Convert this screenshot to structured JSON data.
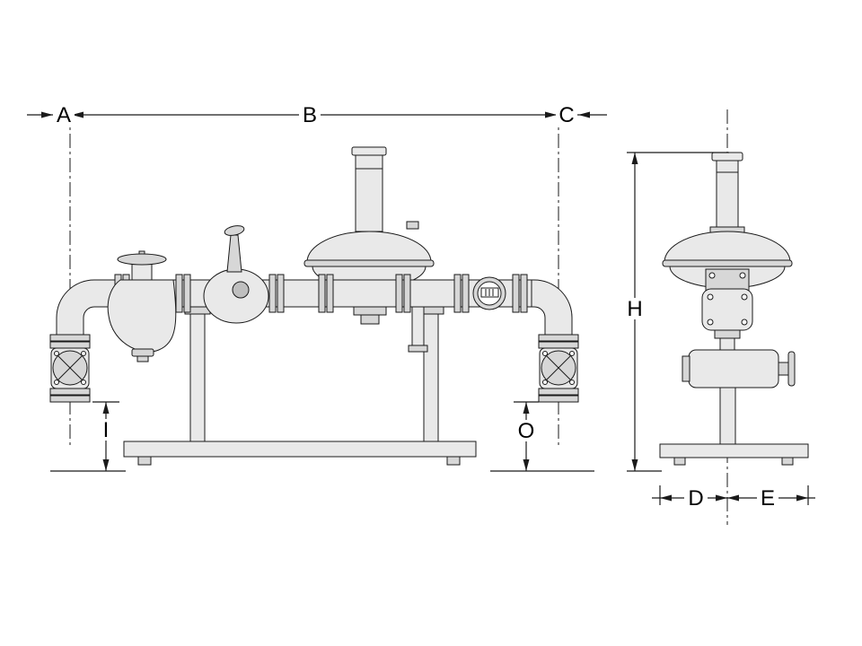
{
  "diagram": {
    "type": "technical-dimension-drawing",
    "subject": "gas-pressure-regulator-meter-assembly",
    "colors": {
      "background": "#ffffff",
      "line": "#1a1a1a",
      "fill_light": "#e9e9e9",
      "fill_mid": "#d7d7d7",
      "fill_dark": "#bfbfbf"
    },
    "front_view": {
      "dims": {
        "a": "A",
        "b": "B",
        "c": "C",
        "i": "I",
        "o": "O"
      }
    },
    "side_view": {
      "dims": {
        "h": "H",
        "d": "D",
        "e": "E"
      }
    }
  }
}
